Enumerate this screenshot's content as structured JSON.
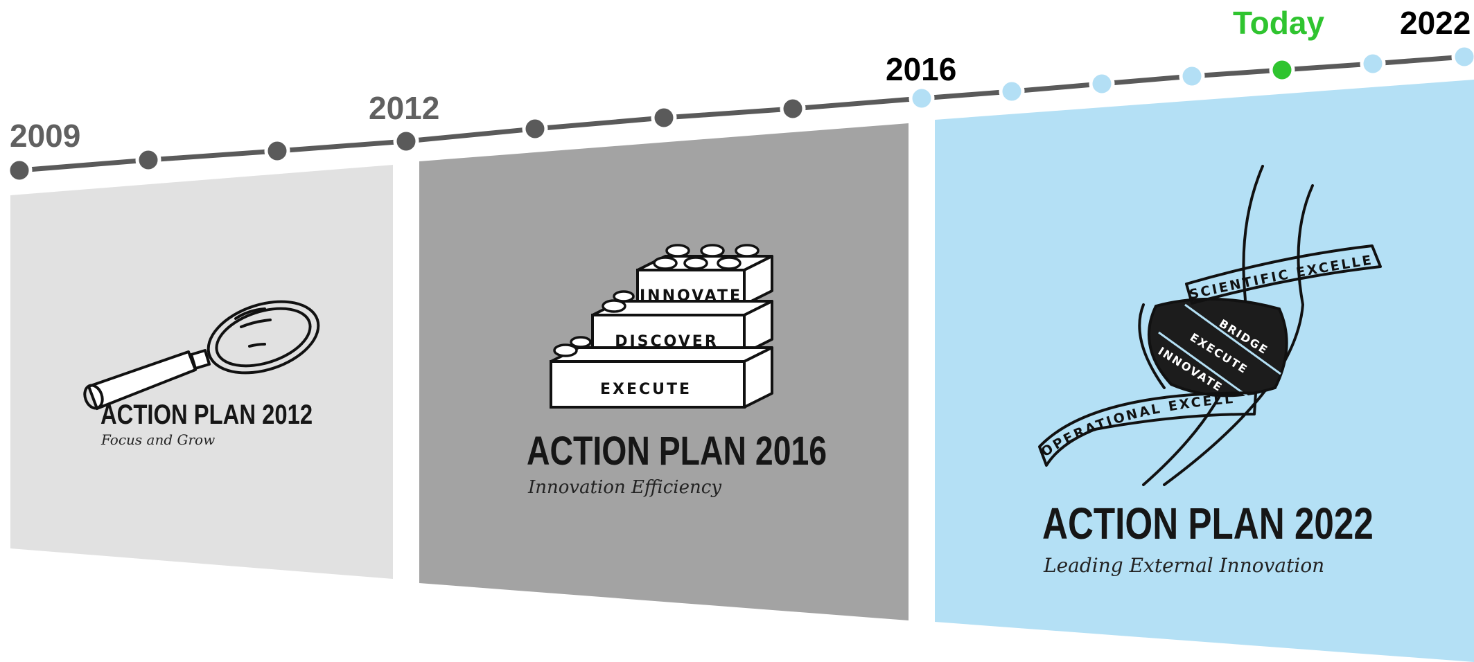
{
  "timeline": {
    "labels": {
      "y2009": "2009",
      "y2012": "2012",
      "y2016": "2016",
      "today": "Today",
      "y2022": "2022"
    },
    "colors": {
      "past_dot": "#5a5a5a",
      "future_dot": "#b3dff5",
      "today_dot": "#2fc42f",
      "line": "#5a5a5a",
      "past_label": "#606060",
      "current_label": "#000000",
      "today_label": "#2fc42f"
    }
  },
  "panels": [
    {
      "title": "ACTION PLAN 2012",
      "subtitle": "Focus and Grow",
      "illustration": "magnifying-glass",
      "background": "#e1e1e1"
    },
    {
      "title": "ACTION PLAN 2016",
      "subtitle": "Innovation Efficiency",
      "illustration": "stacked-building-blocks",
      "background": "#a3a3a3",
      "block_words": [
        "INNOVATE",
        "DISCOVER",
        "EXECUTE"
      ]
    },
    {
      "title": "ACTION PLAN 2022",
      "subtitle": "Leading External Innovation",
      "illustration": "dna-helix",
      "background": "#b4e0f5",
      "helix_words": {
        "top_ribbon": "SCIENTIFIC EXCELLENCE",
        "bottom_ribbon": "OPERATIONAL EXCELLENCE",
        "inner_band": [
          "BRIDGE",
          "EXECUTE",
          "INNOVATE"
        ]
      }
    }
  ]
}
